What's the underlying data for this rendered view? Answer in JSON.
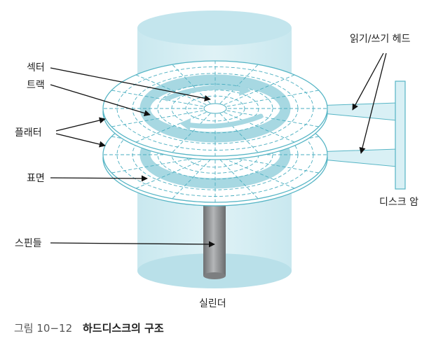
{
  "labels": {
    "sector": "섹터",
    "track": "트랙",
    "platter": "플래터",
    "surface": "표면",
    "spindle": "스핀들",
    "cylinder": "실린더",
    "read_write_head": "읽기/쓰기 헤드",
    "disk_arm": "디스크 암"
  },
  "caption": {
    "number": "그림 10−12",
    "title": "하드디스크의 구조"
  },
  "colors": {
    "cylinder_fill": "#d6eef3",
    "cylinder_top": "#c0e4ec",
    "platter_fill": "#ffffff",
    "platter_edge": "#56b5c5",
    "track_band": "#a7d8e2",
    "grid_line": "#4aaec0",
    "spindle": "#8f9193",
    "arm_fill": "#d9f0f5",
    "leader": "#111111"
  }
}
